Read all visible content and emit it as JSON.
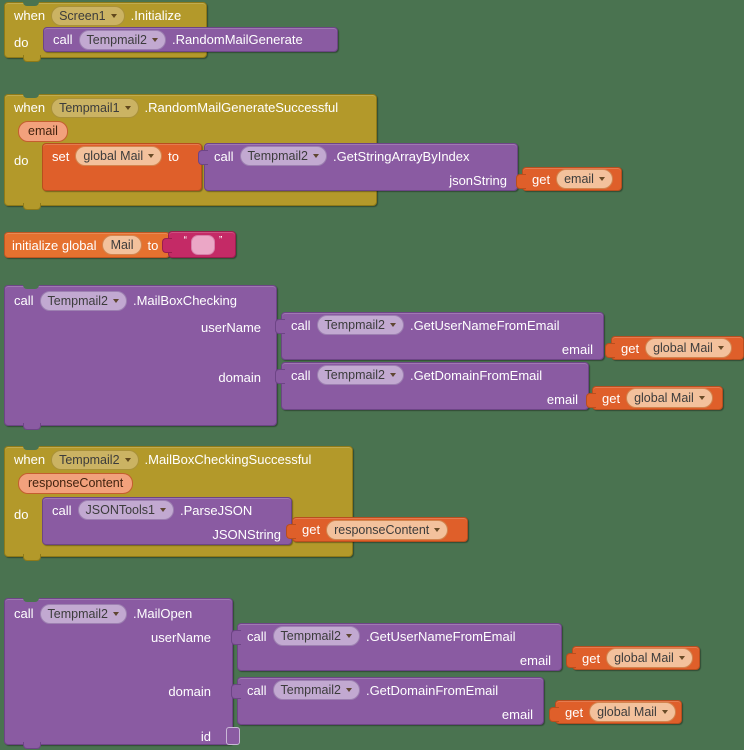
{
  "colors": {
    "background": "#4a7350",
    "event_block": "#b3992a",
    "method_block": "#8a5ba2",
    "variable_block": "#df5f2a",
    "text_block": "#c42a66"
  },
  "common": {
    "when": "when",
    "do": "do",
    "call": "call",
    "get": "get",
    "set": "set",
    "to": "to",
    "email": "email",
    "open_quote": "“",
    "close_quote": "”"
  },
  "g1": {
    "component": "Screen1",
    "event": ".Initialize",
    "call_component": "Tempmail2",
    "method": ".RandomMailGenerate"
  },
  "g2": {
    "component": "Tempmail1",
    "event": ".RandomMailGenerateSuccessful",
    "param": "email",
    "set_var": "global Mail",
    "call_component": "Tempmail2",
    "method": ".GetStringArrayByIndex",
    "arg": "jsonString",
    "get_var": "email"
  },
  "g3": {
    "label": "initialize global",
    "var": "Mail"
  },
  "g4": {
    "component": "Tempmail2",
    "method": ".MailBoxChecking",
    "arg1": "userName",
    "arg2": "domain",
    "inner1": {
      "component": "Tempmail2",
      "method": ".GetUserNameFromEmail",
      "arg": "email",
      "get_var": "global Mail"
    },
    "inner2": {
      "component": "Tempmail2",
      "method": ".GetDomainFromEmail",
      "arg": "email",
      "get_var": "global Mail"
    }
  },
  "g5": {
    "component": "Tempmail2",
    "event": ".MailBoxCheckingSuccessful",
    "param": "responseContent",
    "call_component": "JSONTools1",
    "method": ".ParseJSON",
    "arg": "JSONString",
    "get_var": "responseContent"
  },
  "g6": {
    "component": "Tempmail2",
    "method": ".MailOpen",
    "arg1": "userName",
    "arg2": "domain",
    "arg3": "id",
    "inner1": {
      "component": "Tempmail2",
      "method": ".GetUserNameFromEmail",
      "arg": "email",
      "get_var": "global Mail"
    },
    "inner2": {
      "component": "Tempmail2",
      "method": ".GetDomainFromEmail",
      "arg": "email",
      "get_var": "global Mail"
    }
  }
}
